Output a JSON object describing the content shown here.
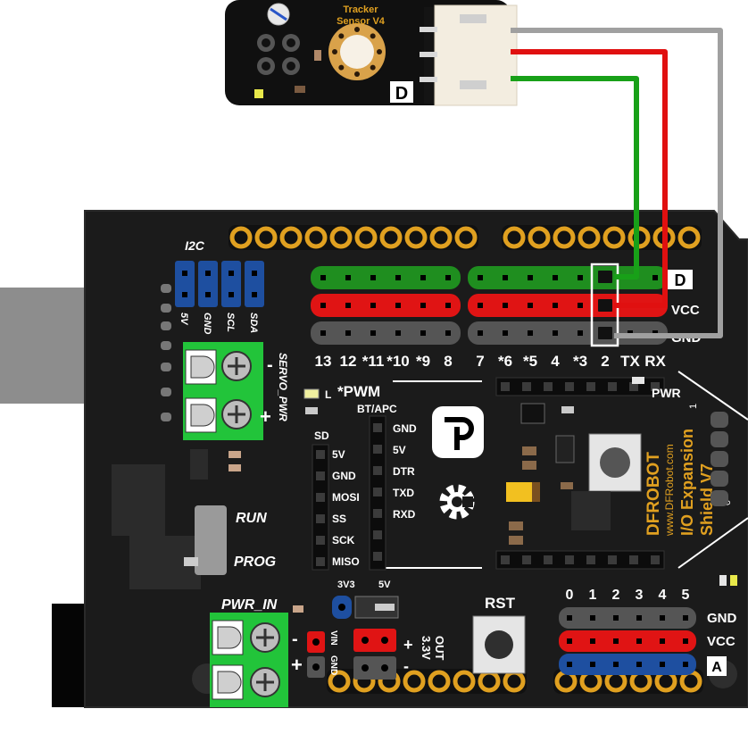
{
  "sensor": {
    "title_line1": "Tracker",
    "title_line2": "Sensor V4",
    "pin_letter": "D"
  },
  "board": {
    "i2c_label": "I2C",
    "i2c_pins": [
      "5V",
      "GND",
      "SCL",
      "SDA"
    ],
    "servo_label": "SERVO_PWR",
    "servo_minus": "-",
    "servo_plus": "+",
    "digital_numbers": [
      "13",
      "12",
      "*11",
      "*10",
      "*9",
      "8",
      "7",
      "*6",
      "*5",
      "4",
      "*3",
      "2",
      "TX",
      "RX"
    ],
    "digital_row_labels": {
      "d": "D",
      "vcc": "VCC",
      "gnd": "GND"
    },
    "led_l": "L",
    "pwm_note": "*PWM",
    "pwr_led": "PWR",
    "sd_label": "SD",
    "sd_pins": [
      "5V",
      "GND",
      "MOSI",
      "SS",
      "SCK",
      "MISO"
    ],
    "bt_label": "BT/APC",
    "bt_pins": [
      "GND",
      "5V",
      "DTR",
      "TXD",
      "RXD"
    ],
    "run": "RUN",
    "prog": "PROG",
    "brand_lines": [
      "DFROBOT",
      "www.DFRobot.com",
      "I/O Expansion",
      "Shield V7"
    ],
    "shield_side_numbers": [
      "1",
      "0"
    ],
    "pwr_in": "PWR_IN",
    "pwr_in_minus": "-",
    "pwr_in_plus": "+",
    "vin": "VIN",
    "gnd": "GND",
    "v3v3": "3V3",
    "v5": "5V",
    "rst": "RST",
    "out_33": "3.3V",
    "out_label": "OUT",
    "out_plus": "+",
    "out_minus": "-",
    "analog_numbers": [
      "0",
      "1",
      "2",
      "3",
      "4",
      "5"
    ],
    "analog_row_labels": {
      "gnd": "GND",
      "vcc": "VCC",
      "a": "A"
    }
  },
  "wires": [
    {
      "name": "signal",
      "color": "#18a018"
    },
    {
      "name": "power",
      "color": "#e01010"
    },
    {
      "name": "ground",
      "color": "#a0a0a0"
    }
  ],
  "colors": {
    "board": "#1b1b1b",
    "header_green": "#1f8e1f",
    "header_red": "#e01414",
    "header_gray": "#555555",
    "header_blue": "#1e4fa0",
    "terminal_green": "#22c43a",
    "pad_gold": "#e0a020"
  }
}
